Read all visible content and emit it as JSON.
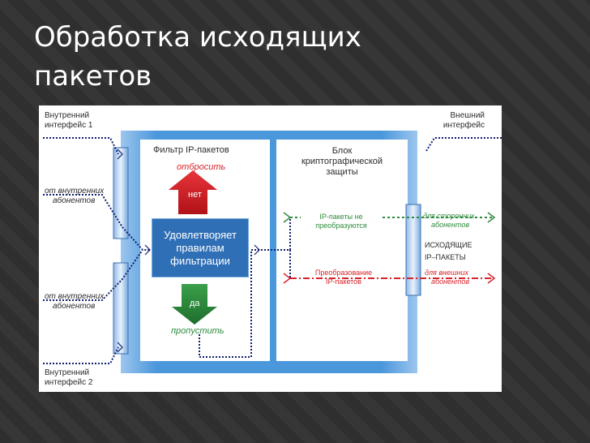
{
  "title": {
    "line1": "Обработка исходящих",
    "line2": "пакетов"
  },
  "diagram": {
    "internal_if1": [
      "Внутренний",
      "интерфейс 1"
    ],
    "internal_if2": [
      "Внутренний",
      "интерфейс 2"
    ],
    "external_if": [
      "Внешний",
      "интерфейс"
    ],
    "from_internal_1": [
      "от внутренних",
      "абонентов"
    ],
    "from_internal_2": [
      "от внутренних",
      "абонентов"
    ],
    "filter_title": "Фильтр IP-пакетов",
    "drop_label": "отбросить",
    "no_label": "нет",
    "yes_label": "да",
    "pass_label": "пропустить",
    "decision": [
      "Удовлетворяет",
      "правилам",
      "фильтрации"
    ],
    "crypto_title": [
      "Блок",
      "криптографической",
      "защиты"
    ],
    "not_transformed": [
      "IP-пакеты не",
      "преобразуются"
    ],
    "transform": [
      "Преобразование",
      "IP-пакетов"
    ],
    "for_third_party": [
      "для сторонних",
      "абонентов"
    ],
    "outgoing": [
      "ИСХОДЯЩИЕ",
      "IP–ПАКЕТЫ"
    ],
    "for_external": [
      "для внешних",
      "абонентов"
    ],
    "colors": {
      "frame_blue": "#3f8ed8",
      "arrow_red": "#d8232a",
      "arrow_green": "#2e8b3e",
      "navy": "#0f1f6e"
    }
  }
}
